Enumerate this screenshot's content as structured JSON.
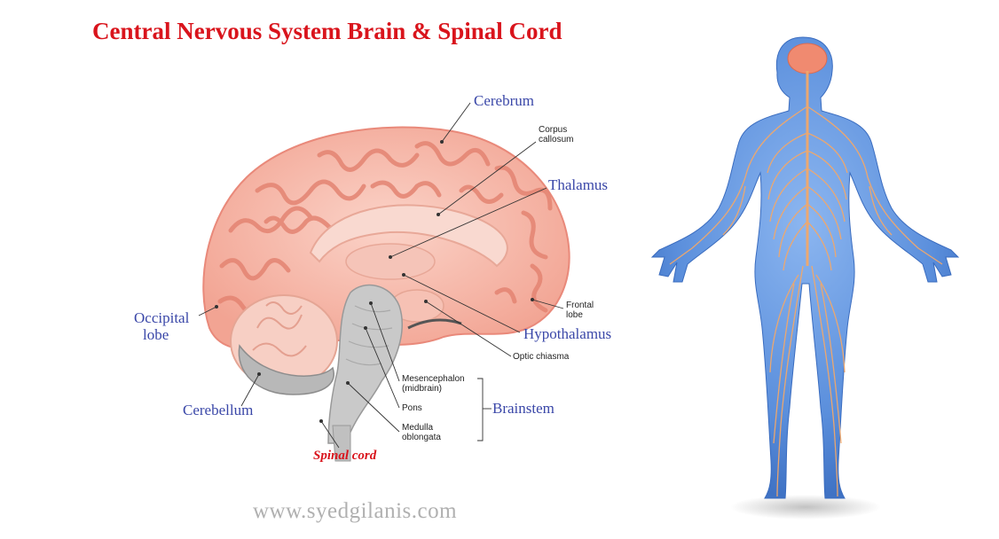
{
  "title": "Central Nervous System Brain & Spinal Cord",
  "labels": {
    "cerebrum": "Cerebrum",
    "corpus_callosum": [
      "Corpus",
      "callosum"
    ],
    "thalamus": "Thalamus",
    "frontal_lobe": [
      "Frontal",
      "lobe"
    ],
    "occipital_lobe": [
      "Occipital",
      "lobe"
    ],
    "hypothalamus": "Hypothalamus",
    "optic_chiasma": "Optic chiasma",
    "cerebellum": "Cerebellum",
    "mesencephalon": [
      "Mesencephalon",
      "(midbrain)"
    ],
    "pons": "Pons",
    "medulla": [
      "Medulla",
      "oblongata"
    ],
    "brainstem": "Brainstem",
    "spinal_cord": "Spinal cord"
  },
  "website": "www.syedgilanis.com",
  "colors": {
    "title": "#d9141c",
    "label_blue": "#3a47a8",
    "brain_pink": "#f4b3a4",
    "gyri_dark": "#e9897a",
    "body_blue": "#5b8fdc",
    "nerve_orange": "#f2a86a"
  }
}
